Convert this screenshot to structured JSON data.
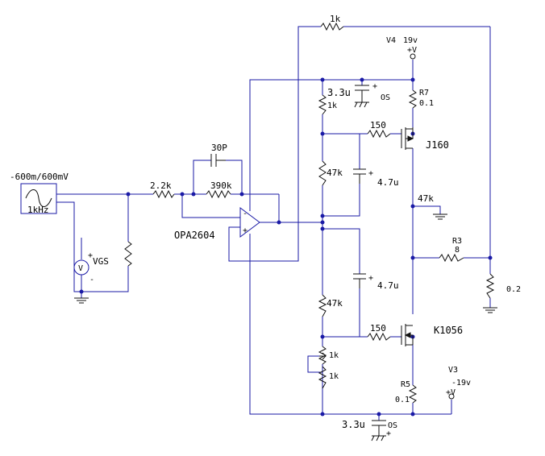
{
  "source": {
    "amplitude": "-600m/600mV",
    "frequency": "1kHz"
  },
  "meter": {
    "symbol": "V",
    "name": "VGS",
    "plus": "+",
    "minus": "-"
  },
  "resistors": {
    "input": "2.2k",
    "feedback": "390k",
    "global_feedback": "1k",
    "upper_bias": "1k",
    "upper_divider": "47k",
    "lower_divider": "47k",
    "pot_upper": "1k",
    "pot_lower": "1k",
    "upper_gate": "150",
    "lower_gate": "150",
    "output_shunt": "47k",
    "r3_name": "R3",
    "r3_value": "8",
    "r7_name": "R7",
    "r7_value": "0.1",
    "r5_name": "R5",
    "r5_value": "0.1",
    "load_value": "0.2"
  },
  "capacitors": {
    "compensation": "30P",
    "upper_bypass": "3.3u",
    "upper_bypass_type": "OS",
    "lower_bypass": "3.3u",
    "lower_bypass_type": "OS",
    "upper_coupling": "4.7u",
    "lower_coupling": "4.7u",
    "plus": "+"
  },
  "opamp": {
    "name": "OPA2604",
    "plus": "+",
    "minus": "-"
  },
  "transistors": {
    "upper": "J160",
    "lower": "K1056"
  },
  "supplies": {
    "upper_name": "V4",
    "upper_value": "19v",
    "upper_symbol": "+V",
    "lower_name": "V3",
    "lower_value": "-19v",
    "lower_symbol": "+V"
  }
}
